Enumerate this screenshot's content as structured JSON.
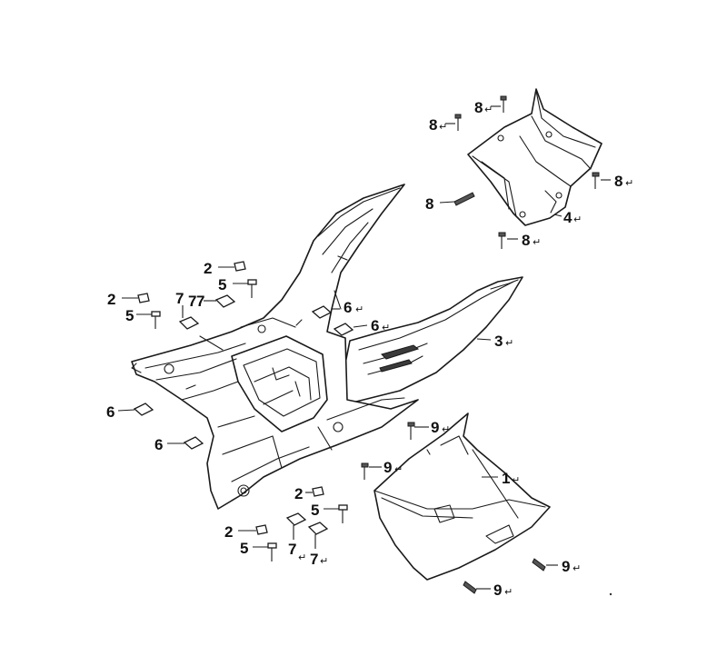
{
  "diagram": {
    "return_mark": "↵",
    "callouts": [
      {
        "id": "c-8-top",
        "text": "8"
      },
      {
        "id": "c-8-left",
        "text": "8"
      },
      {
        "id": "c-8-right",
        "text": "8"
      },
      {
        "id": "c-8-mid",
        "text": "8"
      },
      {
        "id": "c-8-bottom",
        "text": "8"
      },
      {
        "id": "c-4",
        "text": "4"
      },
      {
        "id": "c-2-a",
        "text": "2"
      },
      {
        "id": "c-5-a",
        "text": "5"
      },
      {
        "id": "c-2-b",
        "text": "2"
      },
      {
        "id": "c-5-b",
        "text": "5"
      },
      {
        "id": "c-7-a",
        "text": "7"
      },
      {
        "id": "c-7-b",
        "text": "7"
      },
      {
        "id": "c-7-c",
        "text": "7"
      },
      {
        "id": "c-6-a",
        "text": "6"
      },
      {
        "id": "c-6-b",
        "text": "6"
      },
      {
        "id": "c-3",
        "text": "3"
      },
      {
        "id": "c-6-c",
        "text": "6"
      },
      {
        "id": "c-6-d",
        "text": "6"
      },
      {
        "id": "c-9-a",
        "text": "9"
      },
      {
        "id": "c-9-b",
        "text": "9"
      },
      {
        "id": "c-1",
        "text": "1"
      },
      {
        "id": "c-2-c",
        "text": "2"
      },
      {
        "id": "c-5-c",
        "text": "5"
      },
      {
        "id": "c-2-d",
        "text": "2"
      },
      {
        "id": "c-5-d",
        "text": "5"
      },
      {
        "id": "c-7-d",
        "text": "7"
      },
      {
        "id": "c-7-e",
        "text": "7"
      },
      {
        "id": "c-9-c",
        "text": "9"
      },
      {
        "id": "c-9-d",
        "text": "9"
      }
    ]
  }
}
